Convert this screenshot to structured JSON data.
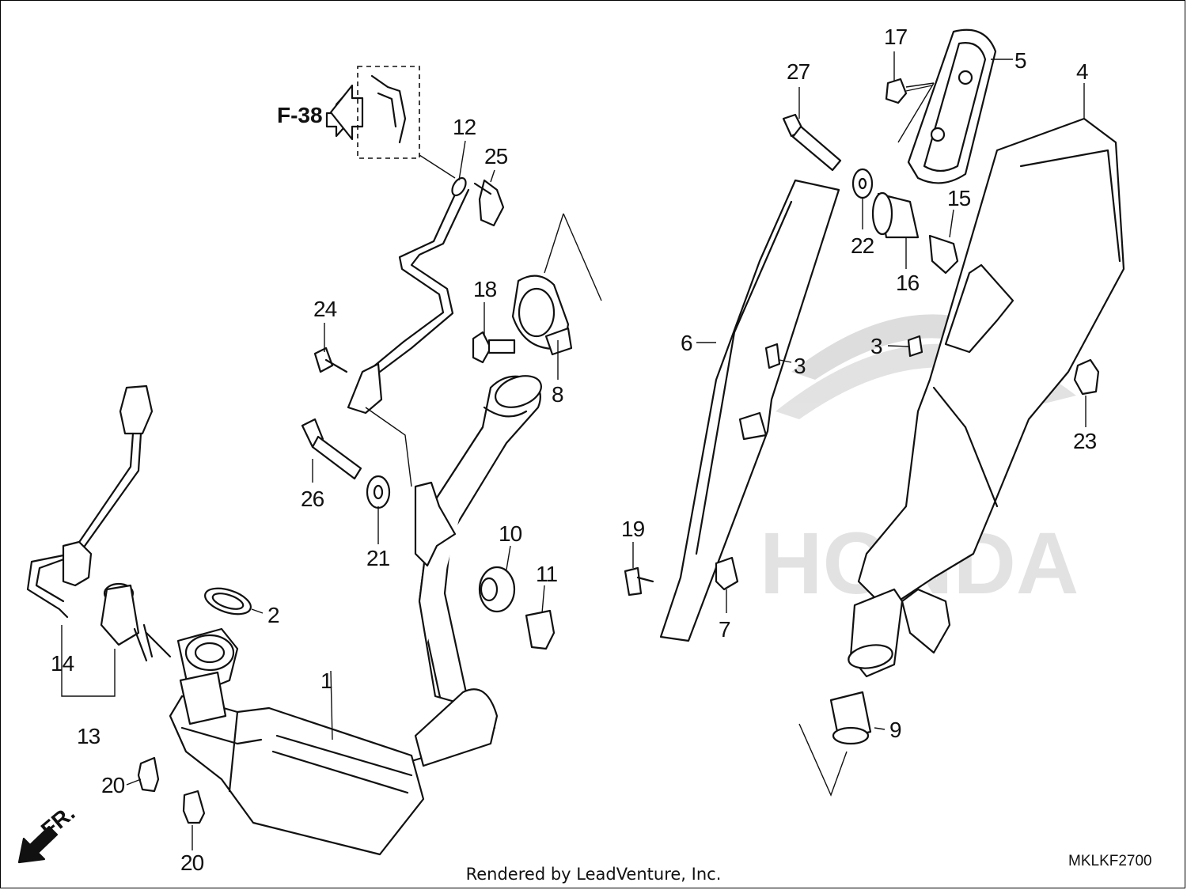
{
  "diagram": {
    "callouts": [
      {
        "id": "c1",
        "text": "1"
      },
      {
        "id": "c2",
        "text": "2"
      },
      {
        "id": "c3a",
        "text": "3"
      },
      {
        "id": "c3b",
        "text": "3"
      },
      {
        "id": "c4",
        "text": "4"
      },
      {
        "id": "c5",
        "text": "5"
      },
      {
        "id": "c6",
        "text": "6"
      },
      {
        "id": "c7",
        "text": "7"
      },
      {
        "id": "c8",
        "text": "8"
      },
      {
        "id": "c9",
        "text": "9"
      },
      {
        "id": "c10",
        "text": "10"
      },
      {
        "id": "c11",
        "text": "11"
      },
      {
        "id": "c12",
        "text": "12"
      },
      {
        "id": "c13",
        "text": "13"
      },
      {
        "id": "c14",
        "text": "14"
      },
      {
        "id": "c15",
        "text": "15"
      },
      {
        "id": "c16",
        "text": "16"
      },
      {
        "id": "c17",
        "text": "17"
      },
      {
        "id": "c18",
        "text": "18"
      },
      {
        "id": "c19",
        "text": "19"
      },
      {
        "id": "c20a",
        "text": "20"
      },
      {
        "id": "c20b",
        "text": "20"
      },
      {
        "id": "c21",
        "text": "21"
      },
      {
        "id": "c22",
        "text": "22"
      },
      {
        "id": "c23",
        "text": "23"
      },
      {
        "id": "c24",
        "text": "24"
      },
      {
        "id": "c25",
        "text": "25"
      },
      {
        "id": "c26",
        "text": "26"
      },
      {
        "id": "c27",
        "text": "27"
      }
    ],
    "ref_label": "F-38",
    "front_label": "FR.",
    "code": "MKLKF2700",
    "watermark": "HONDA"
  },
  "footer": {
    "text": "Rendered by LeadVenture, Inc."
  }
}
